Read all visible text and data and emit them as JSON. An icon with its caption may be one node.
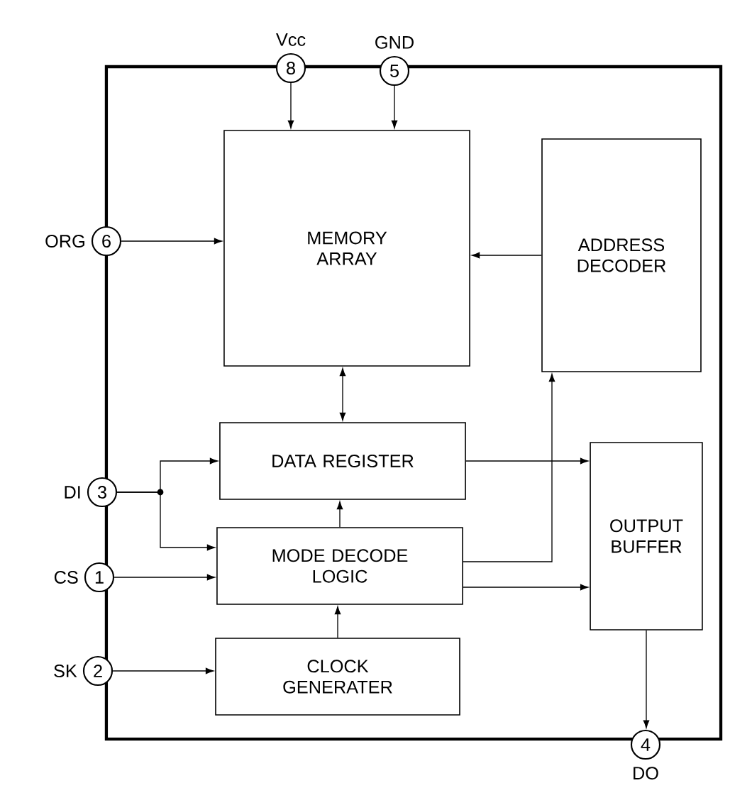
{
  "diagram": {
    "nodes": [
      {
        "text": [],
        "shape": "box"
      },
      {
        "text": [
          "8"
        ],
        "beside": [
          "Vcc"
        ]
      },
      {
        "text": [
          "5"
        ],
        "beside": [
          "GND"
        ]
      },
      {
        "text": [
          "6"
        ],
        "beside": [
          "ORG"
        ]
      },
      {
        "text": [
          "MEMORY ARRAY"
        ],
        "in": 0
      },
      {
        "text": [
          "ADDRESS DECODER"
        ],
        "in": 0
      },
      {
        "text": [
          "DATA REGISTER"
        ],
        "in": 0
      },
      {
        "text": [
          "3"
        ],
        "beside": [
          "DI"
        ]
      },
      {
        "text": [
          "OUTPUT BUFFER"
        ],
        "in": 0
      },
      {
        "text": [
          "MODE DECODE LOGIC"
        ],
        "in": 0
      },
      {
        "text": [
          "1"
        ],
        "beside": [
          "CS"
        ]
      },
      {
        "text": [
          "2"
        ],
        "beside": [
          "SK"
        ]
      },
      {
        "text": [
          "CLOCK GENERATER"
        ],
        "in": 0
      },
      {
        "text": [
          "4"
        ],
        "beside": [
          "DO"
        ]
      }
    ],
    "edges": [
      {
        "from": 1,
        "to": 4,
        "arrow": "to"
      },
      {
        "from": 2,
        "to": 4,
        "arrow": "to"
      },
      {
        "from": 3,
        "to": 4,
        "arrow": "to"
      },
      {
        "from": 5,
        "to": 4,
        "arrow": "to"
      },
      {
        "from": 6,
        "to": 4,
        "arrow": "both"
      },
      {
        "from": 7,
        "to": 6,
        "arrow": "to"
      },
      {
        "from": 7,
        "to": 9,
        "arrow": "to"
      },
      {
        "from": 9,
        "to": 6,
        "arrow": "to"
      },
      {
        "from": 6,
        "to": 8,
        "arrow": "to"
      },
      {
        "from": 9,
        "to": 5,
        "arrow": "to"
      },
      {
        "from": 9,
        "to": 8,
        "arrow": "to"
      },
      {
        "from": 10,
        "to": 9,
        "arrow": "to"
      },
      {
        "from": 11,
        "to": 12,
        "arrow": "to"
      },
      {
        "from": 12,
        "to": 9,
        "arrow": "to"
      },
      {
        "from": 8,
        "to": 13,
        "arrow": "to"
      }
    ]
  }
}
